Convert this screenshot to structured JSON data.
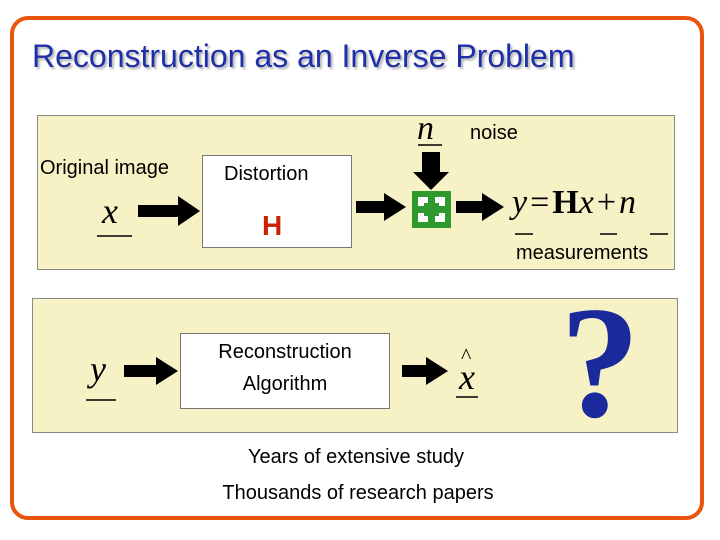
{
  "slide": {
    "title": "Reconstruction as an Inverse Problem",
    "top_panel": {
      "original_label": "Original image",
      "input_symbol": "x",
      "distortion_label": "Distortion",
      "distortion_operator": "H",
      "noise_symbol": "n",
      "noise_label": "noise",
      "equation": {
        "lhs": "y",
        "equals": "=",
        "operator": "H",
        "x": "x",
        "plus": "+",
        "n": "n"
      },
      "measurements_label": "measurements"
    },
    "bottom_panel": {
      "input_symbol": "y",
      "algorithm_line1": "Reconstruction",
      "algorithm_line2": "Algorithm",
      "output_symbol": "x",
      "output_accent": "^",
      "question_mark": "?"
    },
    "footer": {
      "line1": "Years of extensive study",
      "line2": "Thousands of research papers"
    },
    "colors": {
      "title": "#1f2fa8",
      "frame": "#e8560e",
      "panel": "#f7f1c6",
      "operator": "#cc2200",
      "adder": "#2e9a2e",
      "question": "#1a2a9c"
    }
  }
}
